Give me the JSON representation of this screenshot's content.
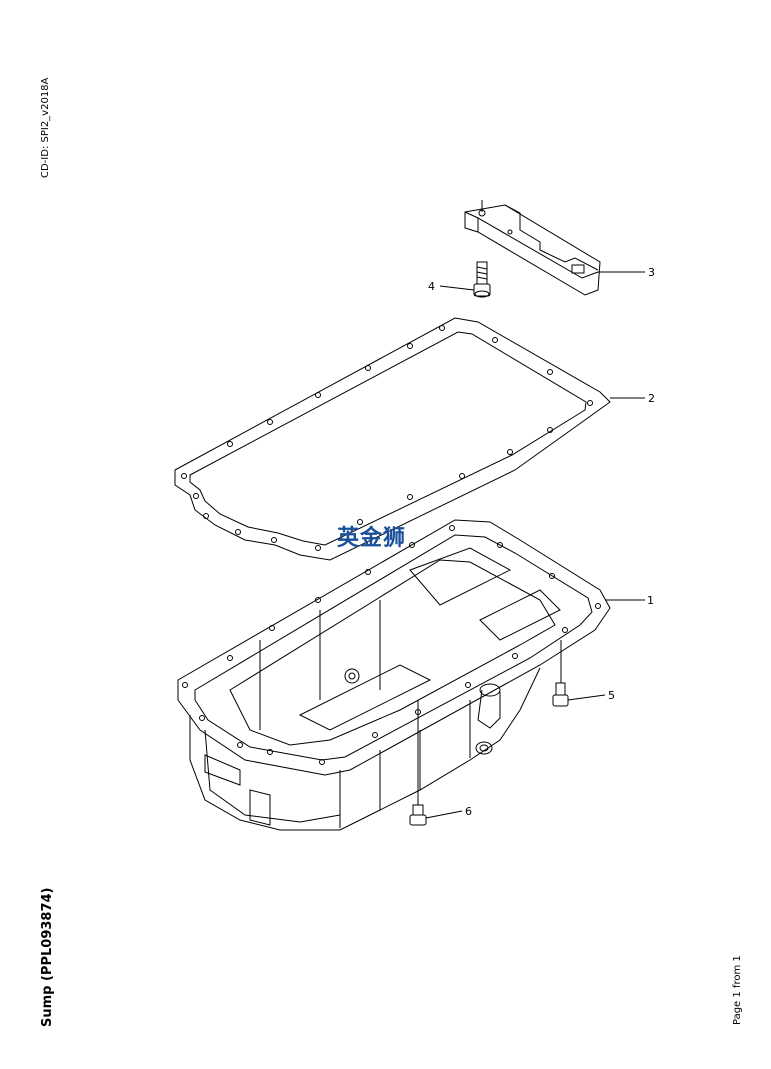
{
  "header": {
    "cd_id": "CD-ID: SPI2_v2018A"
  },
  "footer": {
    "title": "Sump (PPL093874)",
    "page": "Page 1 from 1"
  },
  "watermark": {
    "text": "英金狮"
  },
  "callouts": [
    "1",
    "2",
    "3",
    "4",
    "5",
    "6"
  ],
  "parts": {
    "p1": "oil-pan",
    "p2": "gasket",
    "p3": "baffle-bracket",
    "p4": "bolt",
    "p5": "bolt",
    "p6": "drain-plug"
  }
}
